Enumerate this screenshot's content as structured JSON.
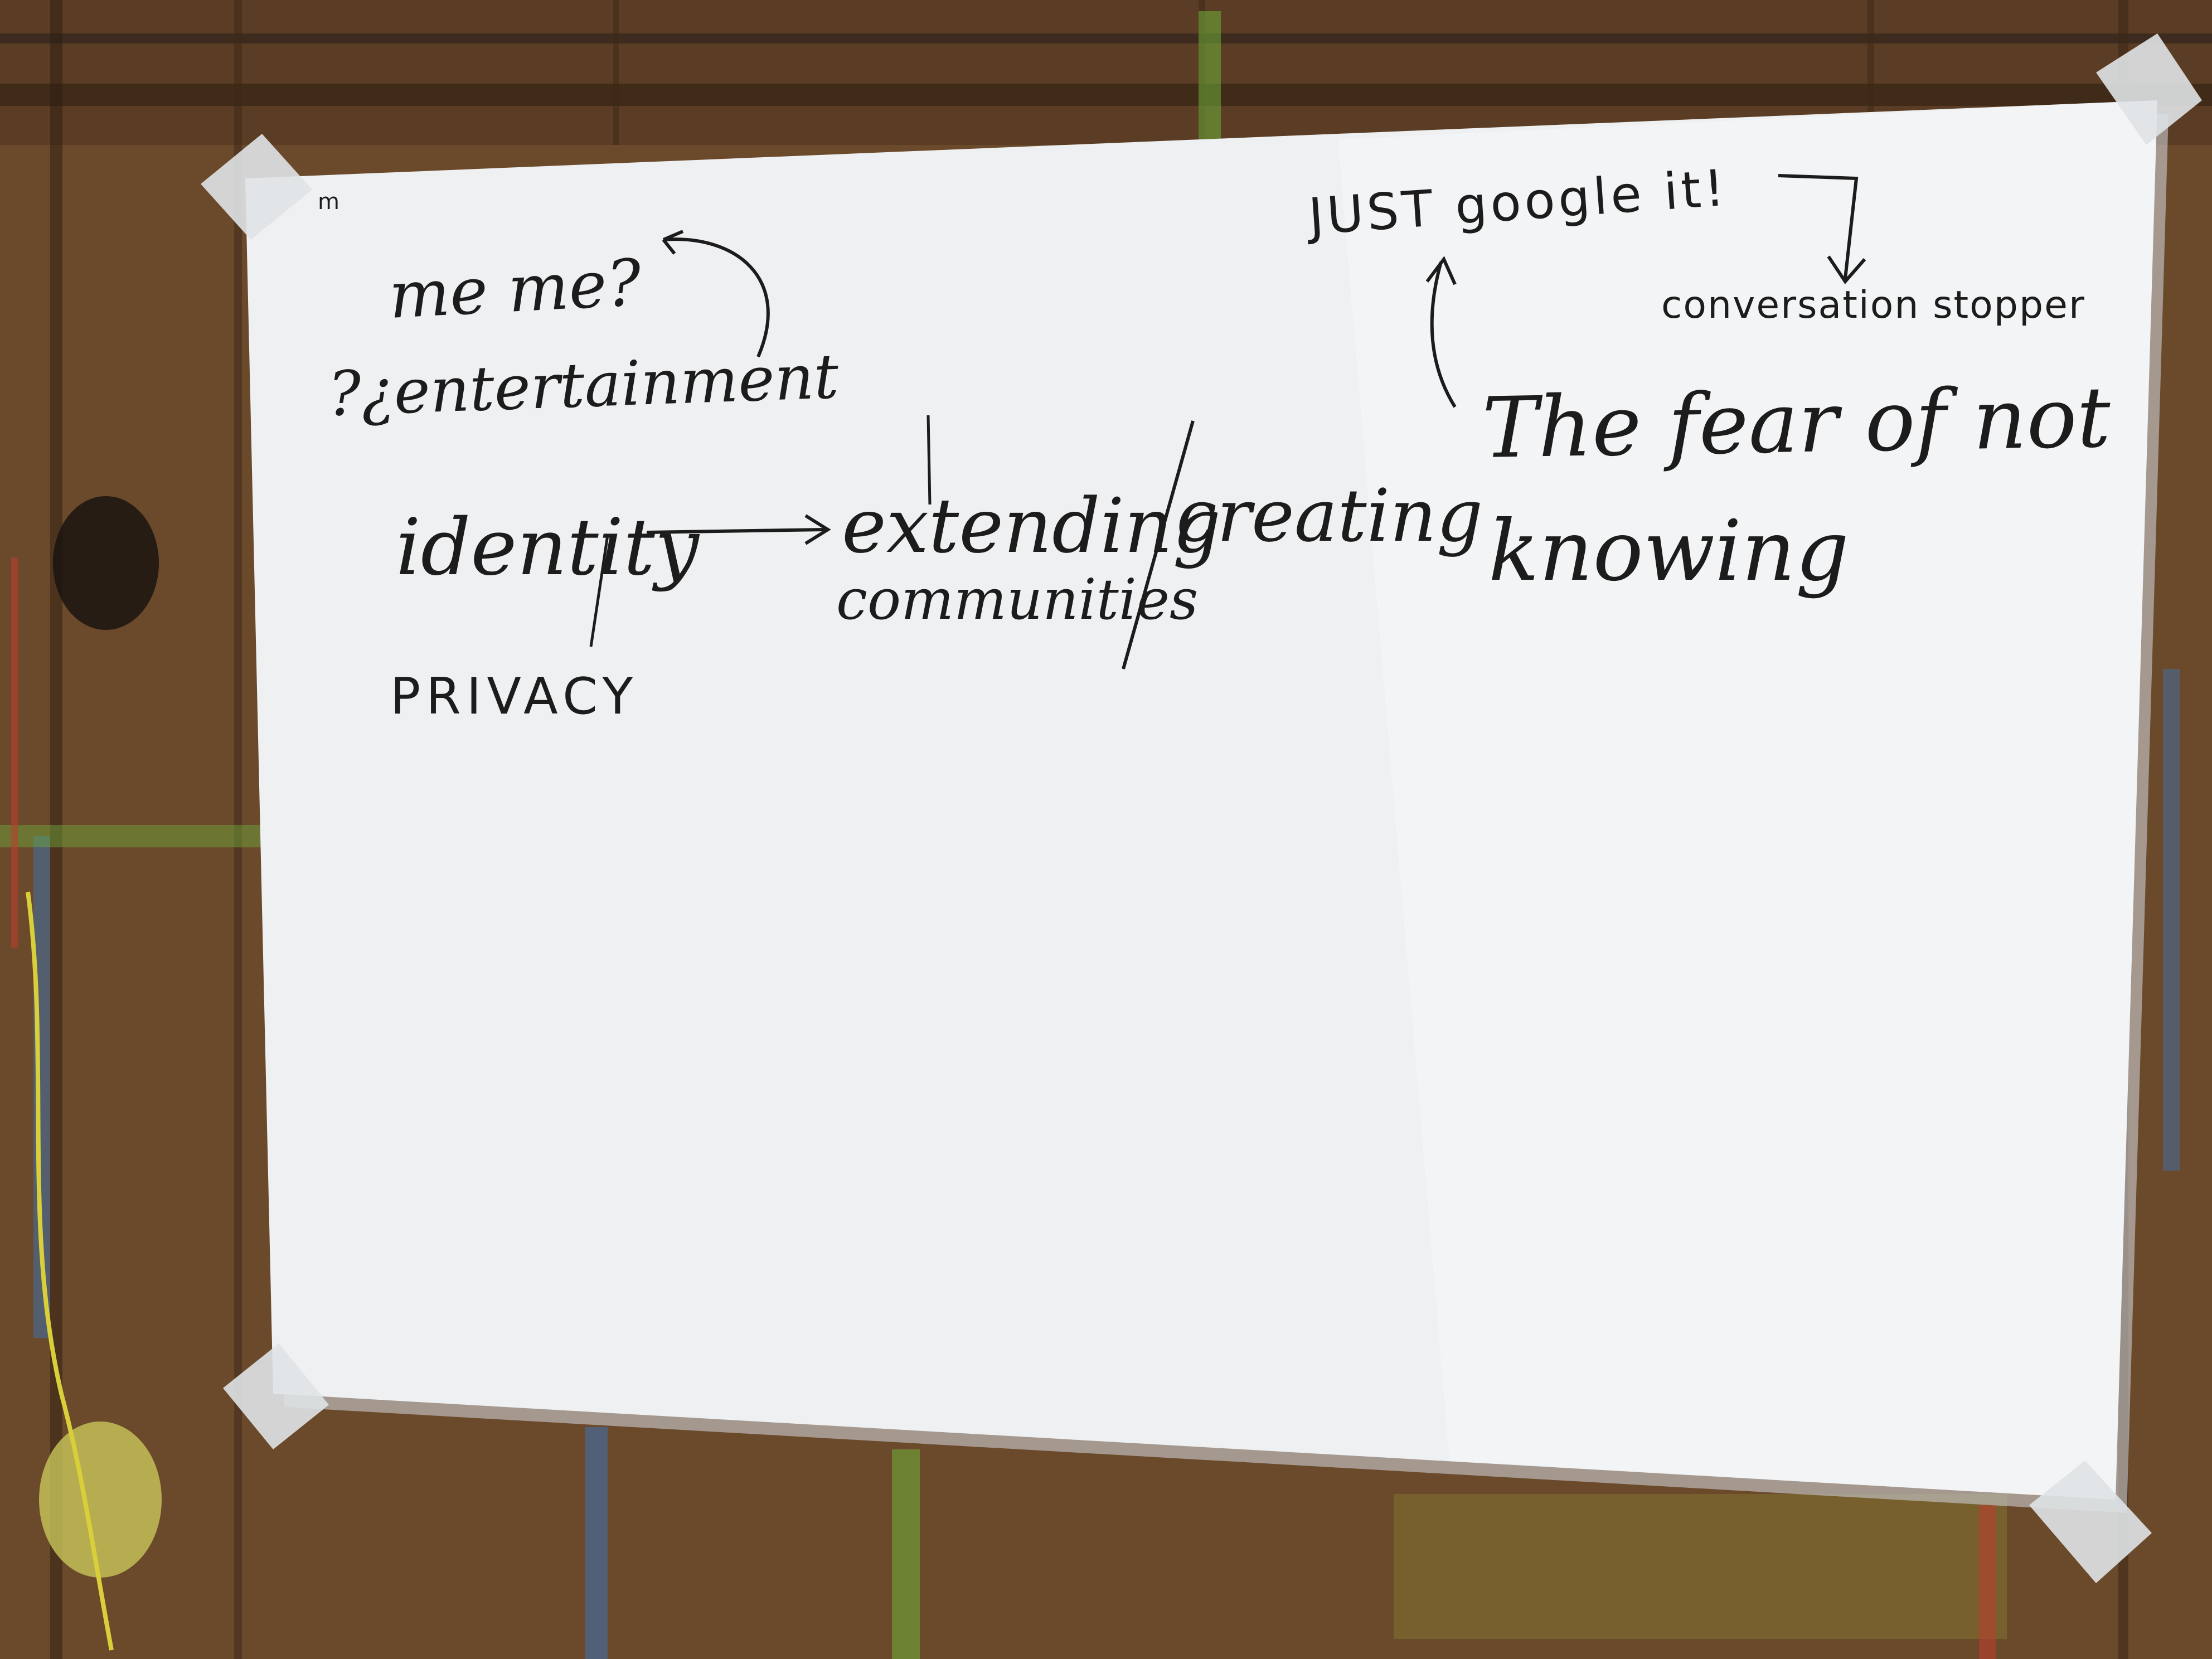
{
  "colors": {
    "wall_base": "#6b4a2c",
    "wall_dark": "#3b2716",
    "paper": "#eef0f2",
    "paper_shadow": "#c9cdd2",
    "ink": "#1c1c1c",
    "tape": "#dfe3e6",
    "paint_green": "#6fae3a",
    "paint_yellow": "#d8cf3a",
    "paint_blue": "#3f6fa8",
    "paint_red": "#b8402e"
  },
  "notes": {
    "tiny_mark": "m",
    "meme": "me me?",
    "entertainment": "?¿entertainment",
    "identity": "identity",
    "privacy": "PRIVACY",
    "extending": "extending",
    "communities": "communities",
    "creating": "creating",
    "just_google": "JUST google it!",
    "conversation_stopper": "conversation stopper",
    "fear_line1": "The fear of not",
    "fear_line2": "knowing"
  }
}
